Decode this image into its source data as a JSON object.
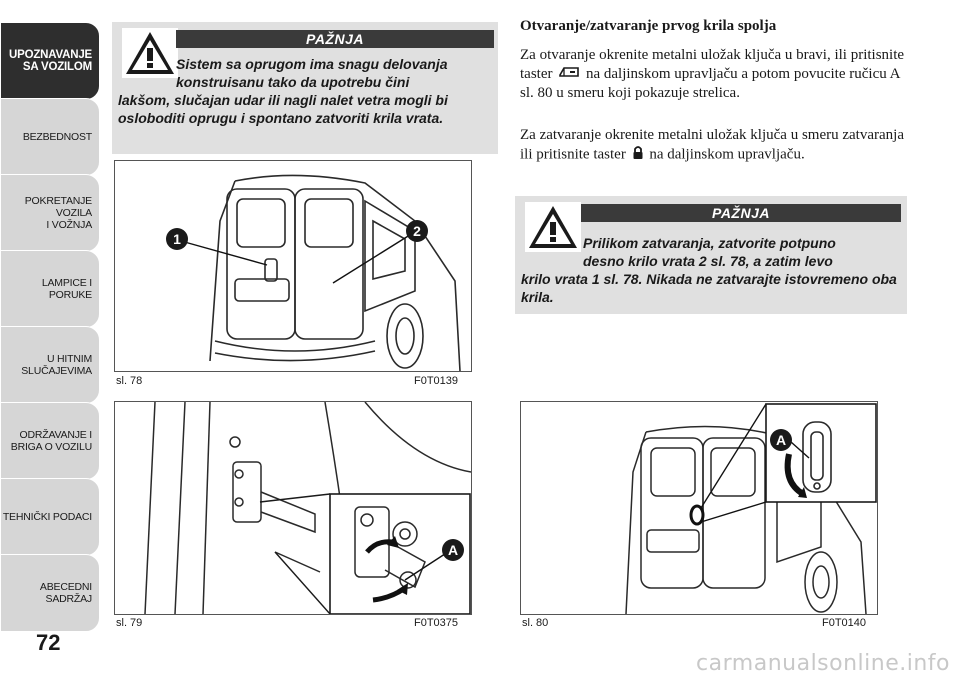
{
  "nav": {
    "tabs": [
      {
        "label": "UPOZNAVANJE\nSA VOZILOM",
        "active": true
      },
      {
        "label": "BEZBEDNOST",
        "active": false
      },
      {
        "label": "POKRETANJE VOZILA\nI VOŽNJA",
        "active": false
      },
      {
        "label": "LAMPICE I PORUKE",
        "active": false
      },
      {
        "label": "U HITNIM\nSLUČAJEVIMA",
        "active": false
      },
      {
        "label": "ODRŽAVANJE I\nBRIGA O VOZILU",
        "active": false
      },
      {
        "label": "TEHNIČKI PODACI",
        "active": false
      },
      {
        "label": "ABECEDNI SADRŽAJ",
        "active": false
      }
    ]
  },
  "page_number": "72",
  "warning1": {
    "title": "PAŽNJA",
    "line1": "Sistem sa oprugom ima snagu delovanja",
    "line2": "konstruisanu tako da upotrebu čini",
    "rest": "lakšom, slučajan udar ili nagli nalet vetra mogli bi osloboditi oprugu i spontano zatvoriti krila vrata."
  },
  "warning2": {
    "title": "PAŽNJA",
    "line1": "Prilikom zatvaranja, zatvorite potpuno",
    "line2": "desno krilo vrata 2 sl. 78, a zatim levo",
    "rest": "krilo vrata 1 sl. 78. Nikada ne zatvarajte istovremeno oba krila."
  },
  "section": {
    "heading": "Otvaranje/zatvaranje prvog krila spolja",
    "p1_part1": "Za otvaranje okrenite metalni uložak ključa u bravi, ili pritisnite taster",
    "p1_part2": "na daljinskom upravljaču a potom povucite ručicu A sl. 80 u smeru koji pokazuje strelica.",
    "p2_part1": "Za zatvaranje okrenite metalni uložak ključa u smeru zatvaranja ili pritisnite taster",
    "p2_part2": "na daljinskom upravljaču."
  },
  "figures": {
    "fig78": {
      "caption": "sl. 78",
      "code": "F0T0139",
      "callouts": [
        "1",
        "2"
      ]
    },
    "fig79": {
      "caption": "sl. 79",
      "code": "F0T0375",
      "callouts": [
        "A"
      ]
    },
    "fig80": {
      "caption": "sl. 80",
      "code": "F0T0140",
      "callouts": [
        "A"
      ]
    }
  },
  "icons": {
    "warning": "warning-triangle-icon",
    "open_key": "door-open-key-icon",
    "lock_key": "lock-key-icon"
  },
  "watermark": "carmanualsonline.info"
}
